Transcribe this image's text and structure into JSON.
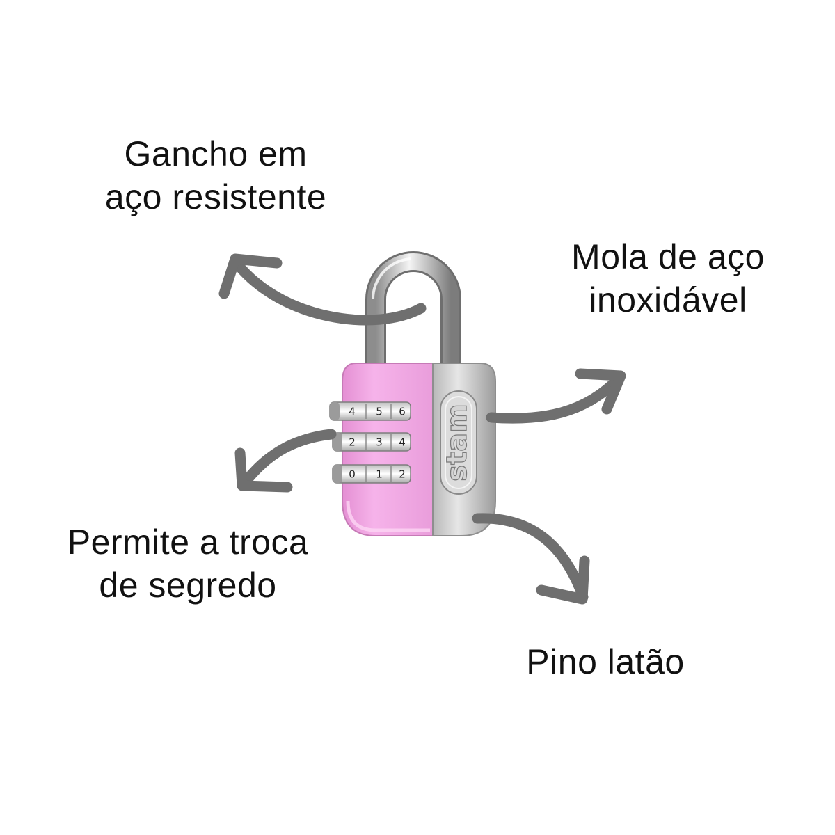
{
  "callouts": {
    "shackle": {
      "line1": "Gancho em",
      "line2": "aço resistente"
    },
    "spring": {
      "line1": "Mola de aço",
      "line2": "inoxidável"
    },
    "code_change": {
      "line1": "Permite a troca",
      "line2": "de segredo"
    },
    "pin": {
      "line1": "Pino latão"
    }
  },
  "padlock": {
    "brand": "stam",
    "dials": [
      [
        "4",
        "5",
        "6"
      ],
      [
        "2",
        "3",
        "4"
      ],
      [
        "0",
        "1",
        "2"
      ]
    ],
    "body_color": "#f2a7e4",
    "metal_color": "#c9c9c9"
  },
  "colors": {
    "arrow": "#6f6f6f",
    "text": "#111111",
    "background": "#ffffff"
  },
  "icons": [
    "curved-arrow-icon"
  ]
}
